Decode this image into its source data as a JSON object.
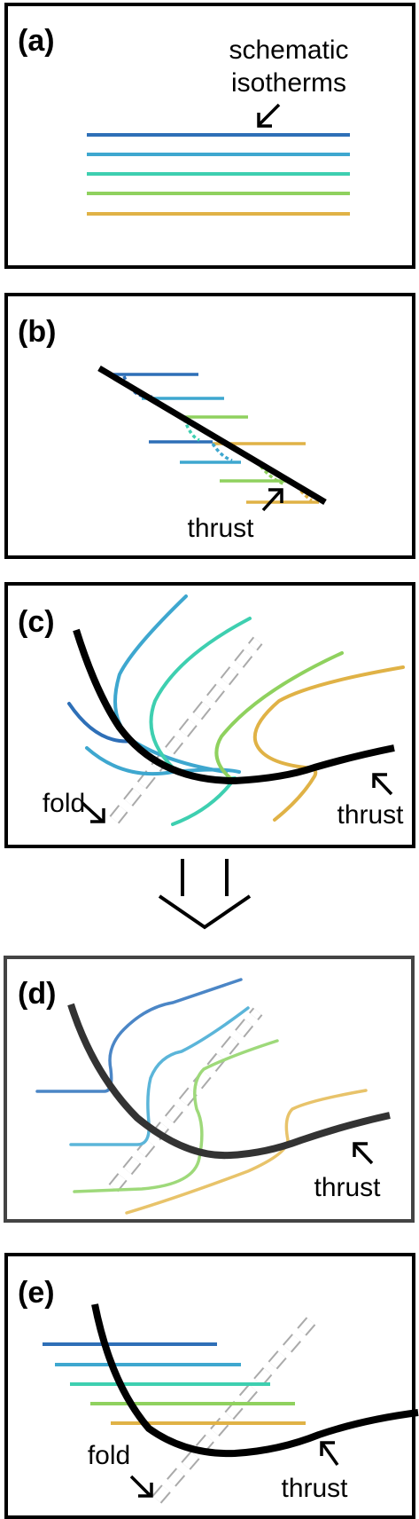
{
  "panels": {
    "a": {
      "label": "(a)",
      "annotation": [
        "schematic",
        "isotherms"
      ]
    },
    "b": {
      "label": "(b)",
      "annotation": "thrust"
    },
    "c": {
      "label": "(c)",
      "fold_label": "fold",
      "thrust_label": "thrust"
    },
    "d": {
      "label": "(d)",
      "thrust_label": "thrust"
    },
    "e": {
      "label": "(e)",
      "fold_label": "fold",
      "thrust_label": "thrust"
    }
  },
  "colors": {
    "isotherms": [
      "#2e6fb7",
      "#3ea7cf",
      "#3ecfb0",
      "#8fd15e",
      "#e0b246"
    ],
    "thrust": "#000000",
    "fold_axis": "#aaaaaa",
    "frame": "#000000",
    "frame_d": "#444444"
  },
  "icons": {
    "transition": "double-arrow-down-icon"
  }
}
